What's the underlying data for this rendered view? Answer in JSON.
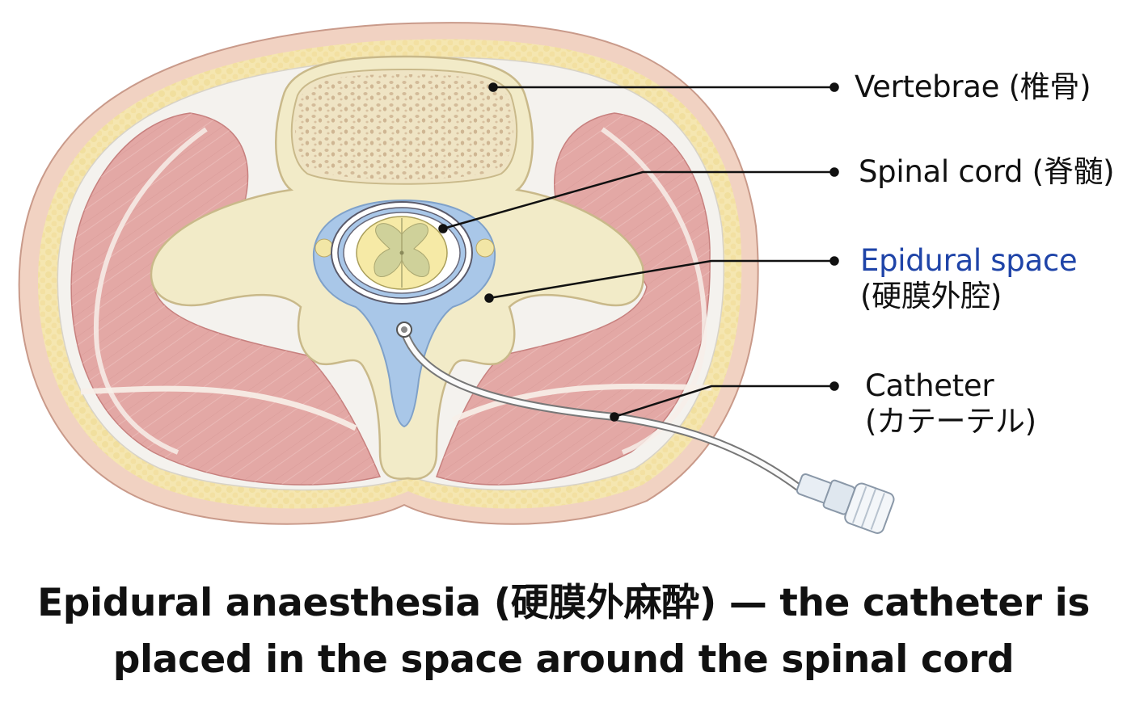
{
  "labels": {
    "vertebrae": "Vertebrae (椎骨)",
    "spinal_cord": "Spinal cord (脊髄)",
    "epidural_space": "Epidural space",
    "epidural_space_jp": "(硬膜外腔)",
    "catheter": "Catheter",
    "catheter_jp": "(カテーテル)"
  },
  "caption": {
    "line1": "Epidural anaesthesia (硬膜外麻酔) — the catheter is",
    "line2": "placed in the space around the spinal cord"
  },
  "colors": {
    "skin": "#f1d2c2",
    "fat": "#f5e6b0",
    "muscle": "#e3a8a5",
    "fascia": "#f4f2ee",
    "bone": "#f2ebc8",
    "bone_edge": "#c9b98a",
    "epidural_space": "#a9c7e8",
    "dura": "#ffffff",
    "spinal_cord": "#f6eaa6",
    "grey_matter": "#cfd19a",
    "epidural_label": "#1f44a8",
    "leader": "#111111"
  }
}
